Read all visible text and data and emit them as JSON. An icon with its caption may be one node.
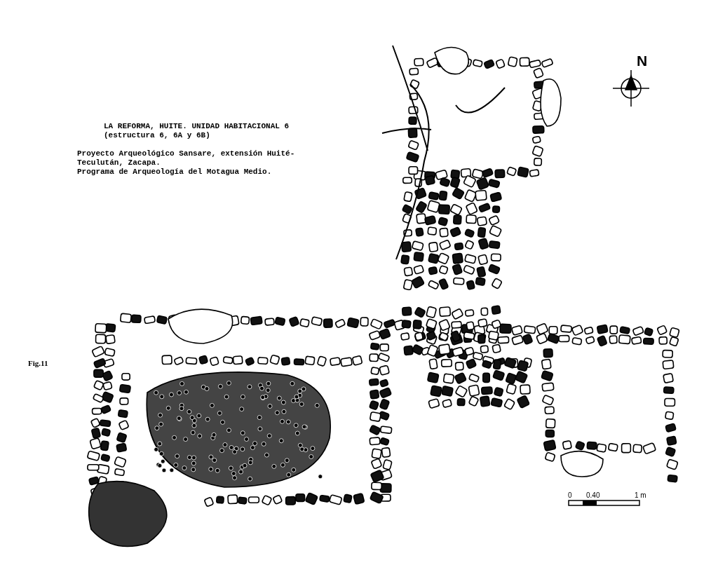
{
  "diagram": {
    "title": "LA REFORMA, HUITE.  UNIDAD HABITACIONAL  6",
    "labels": [
      "(estructura 6, 6A y 6B)",
      "Proyecto Arqueológico Sansare, extensión Huité-Teculután, Zacapa.",
      "Programa de Arqueología del Motagua Medio.",
      "Fig.11",
      "N",
      "0",
      "0.40",
      "1 m"
    ]
  }
}
